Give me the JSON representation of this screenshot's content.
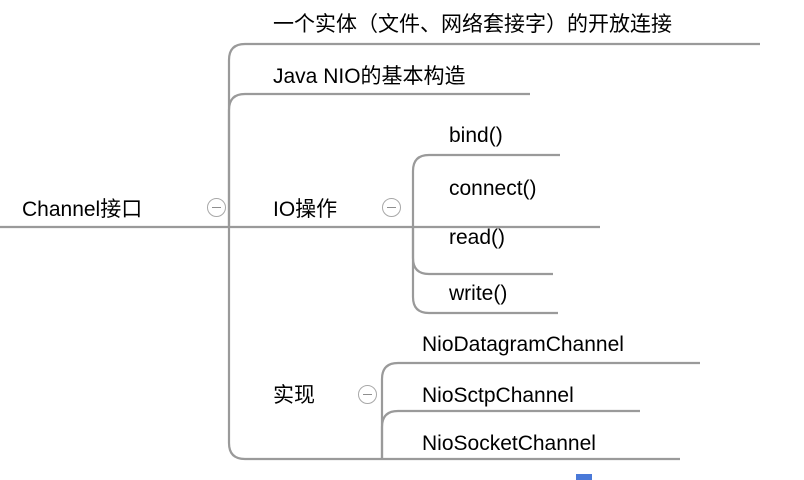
{
  "diagram": {
    "type": "mindmap",
    "title": "Channel接口",
    "orientation": "left-to-right",
    "line_color": "#9a9a9a",
    "text_color": "#000000",
    "background": "#ffffff",
    "toggle_icon": "collapse-minus-icon"
  },
  "root": {
    "label": "Channel接口",
    "toggle": "−"
  },
  "branches": [
    {
      "id": "b0",
      "label": "一个实体（文件、网络套接字）的开放连接",
      "children": []
    },
    {
      "id": "b1",
      "label": "Java NIO的基本构造",
      "children": []
    },
    {
      "id": "b2",
      "label": "IO操作",
      "toggle": "−",
      "children": [
        {
          "id": "b2c0",
          "label": "bind()"
        },
        {
          "id": "b2c1",
          "label": "connect()"
        },
        {
          "id": "b2c2",
          "label": "read()"
        },
        {
          "id": "b2c3",
          "label": "write()"
        }
      ]
    },
    {
      "id": "b3",
      "label": "实现",
      "toggle": "−",
      "children": [
        {
          "id": "b3c0",
          "label": "NioDatagramChannel"
        },
        {
          "id": "b3c1",
          "label": "NioSctpChannel"
        },
        {
          "id": "b3c2",
          "label": "NioSocketChannel"
        }
      ]
    }
  ]
}
